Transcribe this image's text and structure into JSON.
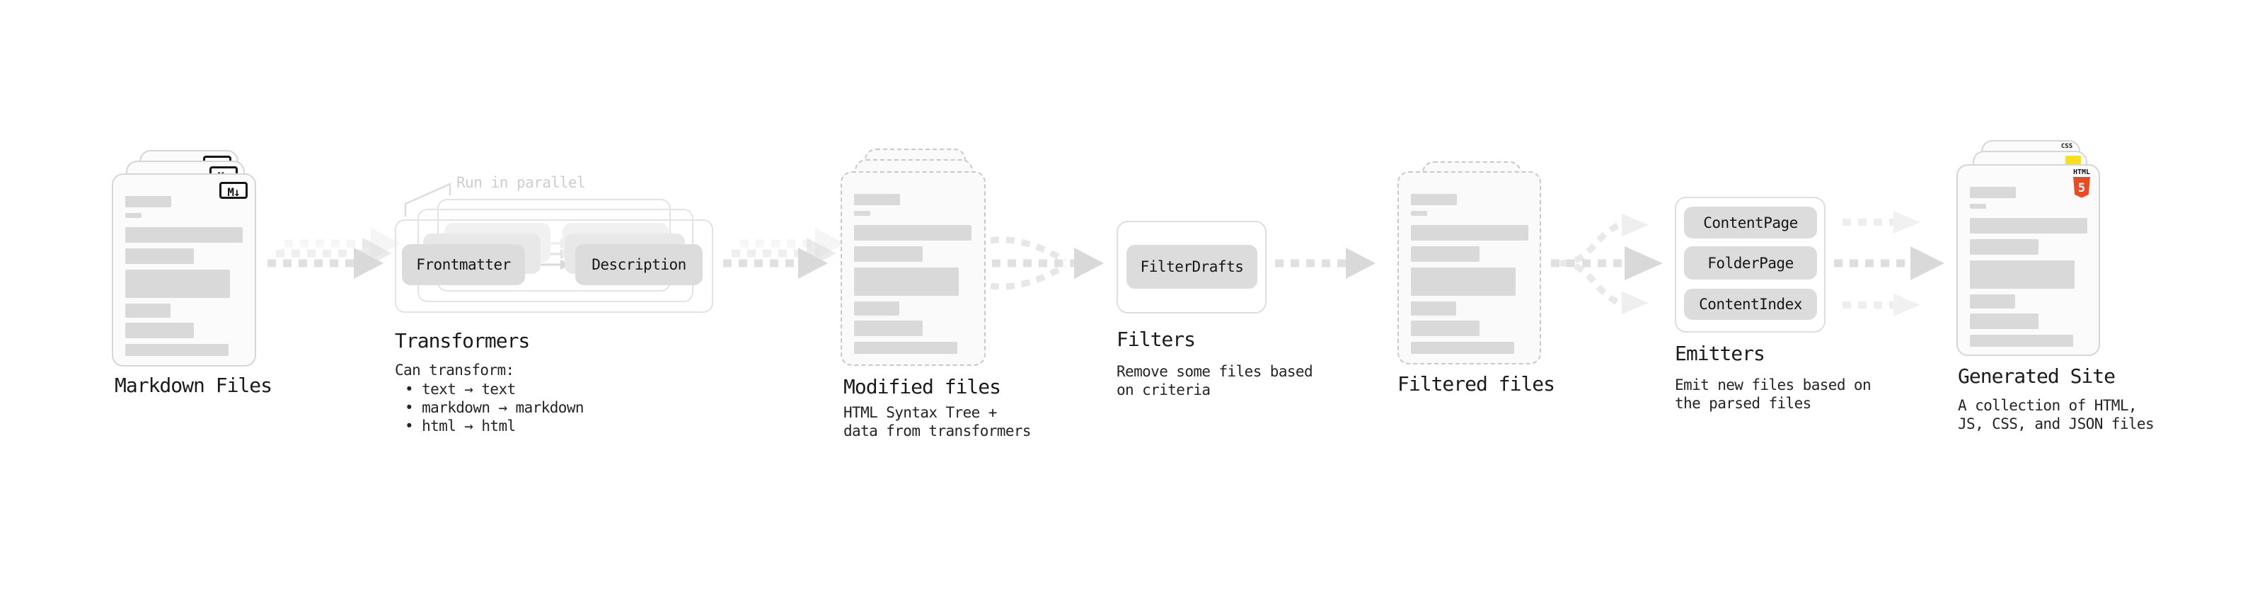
{
  "stages": {
    "markdown": {
      "label": "Markdown Files"
    },
    "transformers": {
      "label": "Transformers",
      "note": "Run in parallel",
      "pill_frontmatter": "Frontmatter",
      "pill_description": "Description",
      "desc": "Can transform:",
      "bullets": "• text → text\n• markdown → markdown\n• html → html"
    },
    "modified": {
      "label": "Modified files",
      "desc": "HTML Syntax Tree +\ndata from transformers"
    },
    "filters": {
      "label": "Filters",
      "pill": "FilterDrafts",
      "desc": "Remove some files based\non criteria"
    },
    "filtered": {
      "label": "Filtered files"
    },
    "emitters": {
      "label": "Emitters",
      "pill_1": "ContentPage",
      "pill_2": "FolderPage",
      "pill_3": "ContentIndex",
      "desc": "Emit new files based on\nthe parsed files"
    },
    "generated": {
      "label": "Generated Site",
      "desc": "A collection of HTML,\nJS, CSS, and JSON files"
    }
  },
  "icons": {
    "markdown": "M↓",
    "html5_label": "HTML",
    "html5_digit": "5",
    "css_label": "CSS"
  },
  "colors": {
    "html5_orange": "#e44d26",
    "js_yellow": "#f7df1e",
    "css_blue": "#2965f1"
  }
}
